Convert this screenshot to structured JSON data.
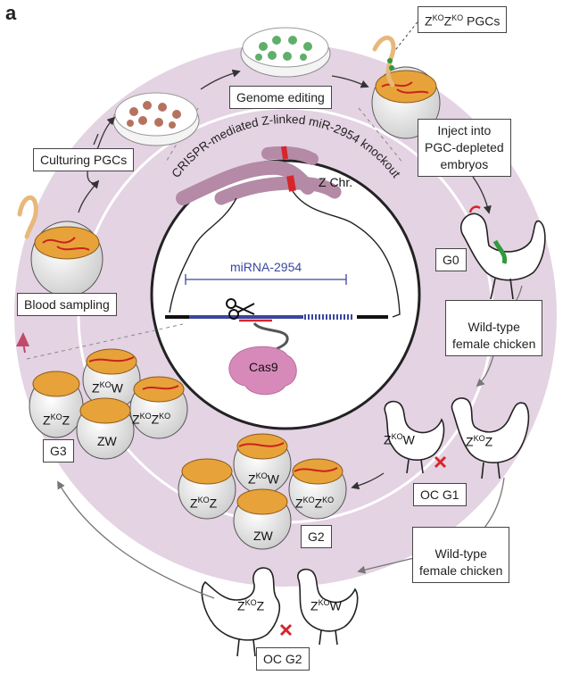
{
  "panel_letter": "a",
  "steps": {
    "pgc_label_pre": "Z",
    "pgc_label_sup1": "KO",
    "pgc_label_mid": "Z",
    "pgc_label_sup2": "KO",
    "pgc_label_post": " PGCs",
    "genome_editing": "Genome editing",
    "culturing": "Culturing PGCs",
    "inject_line1": "Inject into",
    "inject_line2": "PGC-depleted",
    "inject_line3": "embryos",
    "blood_sampling": "Blood sampling",
    "g0": "G0",
    "wild_type_1_line1": "Wild-type",
    "wild_type_1_line2": "female chicken",
    "oc_g1": "OC G1",
    "g2": "G2",
    "wild_type_2_line1": "Wild-type",
    "wild_type_2_line2": "female chicken",
    "oc_g2": "OC G2",
    "g3": "G3"
  },
  "center": {
    "arc_title": "CRISPR-mediated Z-linked miR-2954 knockout",
    "z_chr": "Z Chr.",
    "mirna": "miRNA-2954",
    "cas9": "Cas9"
  },
  "genotypes": {
    "zkow": [
      "Z",
      "KO",
      "W"
    ],
    "zkoz": [
      "Z",
      "KO",
      "Z"
    ],
    "zkozko": [
      "Z",
      "KO",
      "Z",
      "KO"
    ],
    "zw": "ZW"
  },
  "colors": {
    "cycle_ring": "#e4d3e3",
    "center_circle": "#ffffff",
    "chromosome": "#b48aa6",
    "cut_site": "#d7262b",
    "cas9": "#d78ab9",
    "dna_blue": "#3a46a0",
    "cross_red": "#d7262b",
    "egg_yolk": "#e8a23a",
    "blood_vessel": "#c8231c",
    "pgc_green": "#2f9a3e"
  }
}
